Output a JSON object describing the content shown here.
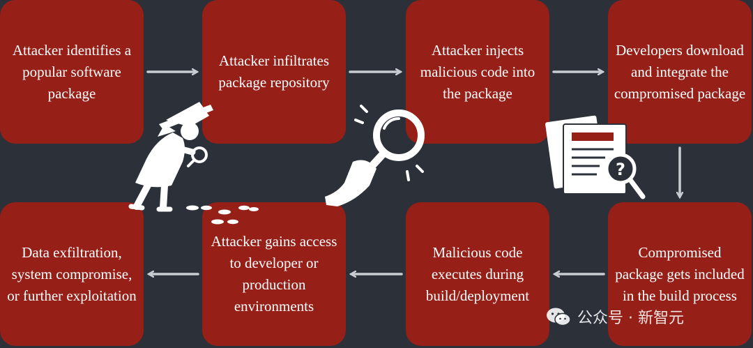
{
  "steps": [
    "Attacker identifies a popular software package",
    "Attacker infiltrates package repository",
    "Attacker injects malicious code into the package",
    "Developers download and integrate the compromised package",
    "Compromised package gets included in the build process",
    "Malicious code executes during build/deployment",
    "Attacker gains access to developer or production environments",
    "Data exfiltration, system compromise, or further exploitation"
  ],
  "watermark": "公众号 · 新智元",
  "colors": {
    "background": "#2b3039",
    "box": "#961f17",
    "arrow": "#c9ccd1",
    "text": "#ffffff"
  },
  "icons": [
    "detective-icon",
    "footprints-icon",
    "magnifier-hand-icon",
    "document-magnifier-icon",
    "wechat-icon"
  ]
}
